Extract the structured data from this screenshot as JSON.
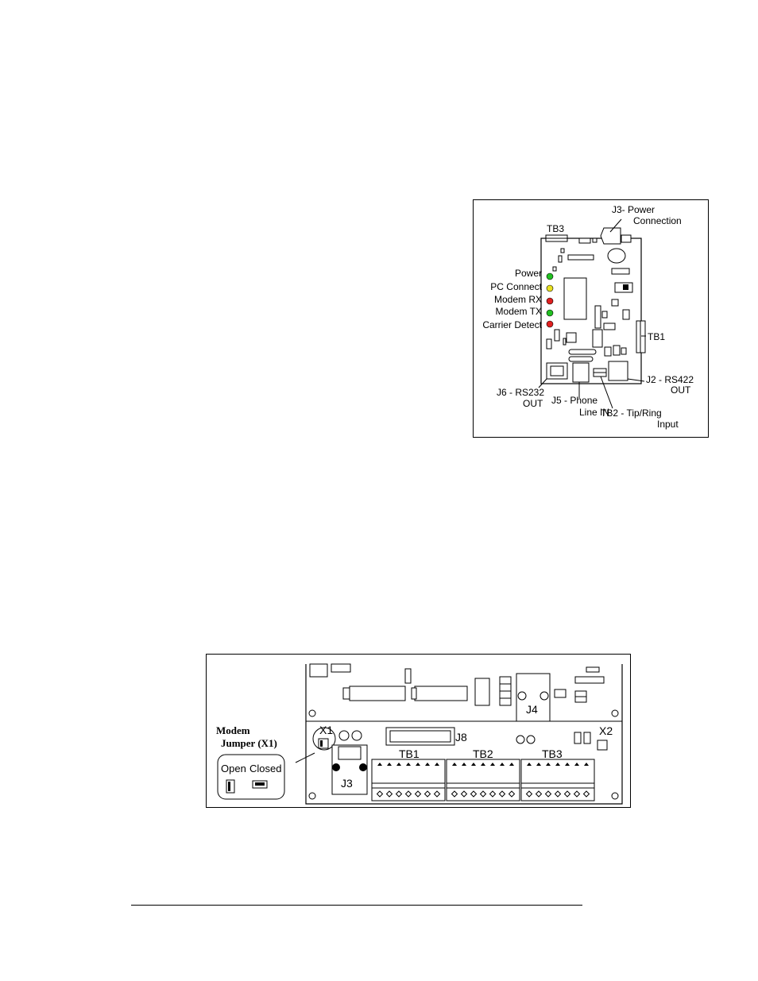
{
  "board_diagram": {
    "labels": {
      "j3": "J3- Power",
      "j3_2": "Connection",
      "tb3": "TB3",
      "power": "Power",
      "pc_connect": "PC Connect",
      "modem_rx": "Modem RX",
      "modem_tx": "Modem TX",
      "carrier_detect": "Carrier Detect",
      "tb1": "TB1",
      "j2": "J2 - RS422",
      "j2_2": "OUT",
      "j6": "J6 - RS232",
      "j6_2": "OUT",
      "j5": "J5 - Phone",
      "j5_2": "Line IN",
      "tb2": "TB2 - Tip/Ring",
      "tb2_2": "Input"
    },
    "led_colors": {
      "power": "#22c022",
      "pc_connect": "#e8e020",
      "modem_rx": "#e02020",
      "modem_tx": "#22c022",
      "carrier_detect": "#e02020"
    }
  },
  "jumper_diagram": {
    "title": "Modem",
    "title_2": "Jumper (X1)",
    "open": "Open",
    "closed": "Closed",
    "x1": "X1",
    "x2": "X2",
    "j8": "J8",
    "j4": "J4",
    "j3": "J3",
    "tb1": "TB1",
    "tb2": "TB2",
    "tb3": "TB3"
  }
}
